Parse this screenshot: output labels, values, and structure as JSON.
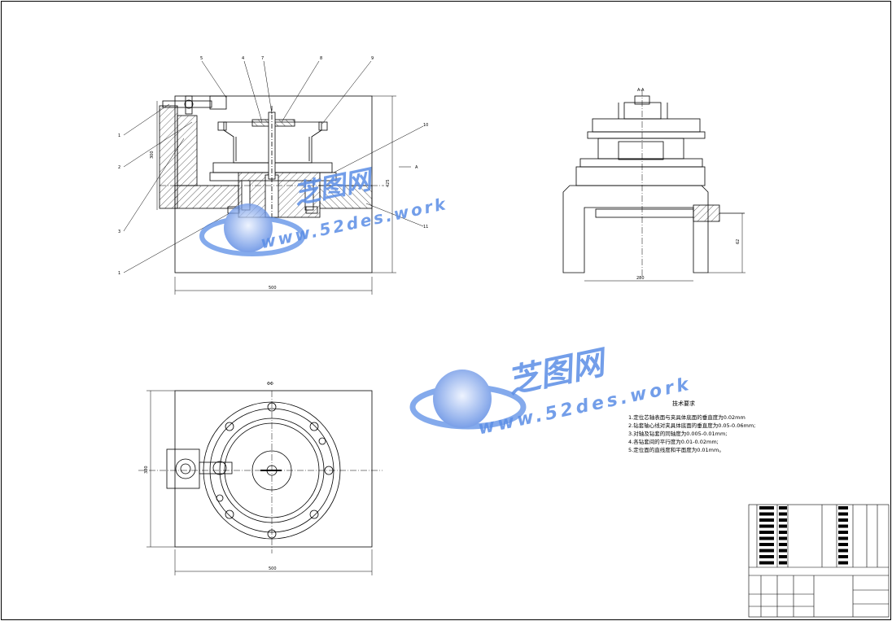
{
  "views": {
    "front": {
      "dim_width": "500",
      "dim_height_left": "300",
      "dim_height_right": "425",
      "section_label": "A",
      "part_callouts": [
        "5",
        "4",
        "7",
        "8",
        "9",
        "1",
        "2",
        "3",
        "1",
        "10",
        "11"
      ]
    },
    "side": {
      "title": "A-A",
      "dim_width": "280",
      "dim_height": "62"
    },
    "top": {
      "dim_width": "500",
      "dim_height": "380",
      "dim_top": "ΦΦ"
    }
  },
  "technical_requirements": {
    "title": "技术要求",
    "items": [
      "1.定位芯轴表面与夹具体底面的垂直度为0.02mm",
      "2.钻套轴心线对夹具体底面的垂直度为0.05-0.06mm;",
      "3.对轴及钻套的同轴度为0.005-0.01mm;",
      "4.各钻套间的平行度为0.01-0.02mm;",
      "5.定位面的直线度和平面度为0.01mm。"
    ]
  },
  "watermark": {
    "brand": "芝图网",
    "url": "www.52des.work",
    "color": "#5b8ee6"
  }
}
